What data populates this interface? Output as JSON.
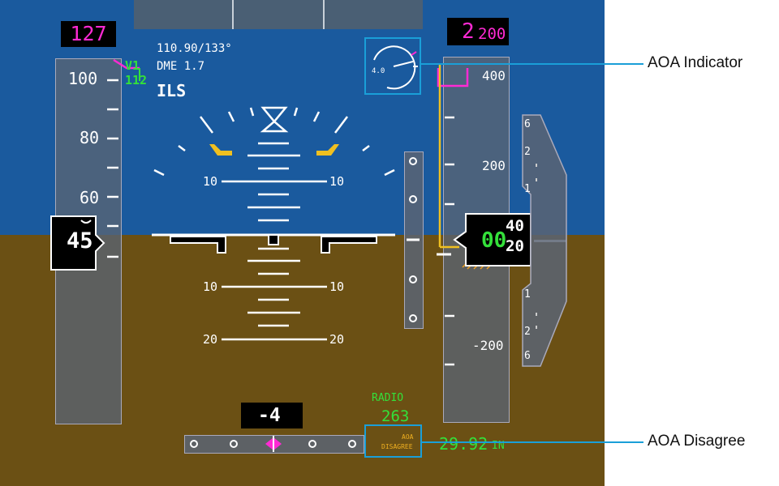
{
  "speed": {
    "selected": "127",
    "current": "45",
    "v1_label": "V1",
    "v1_value": "112",
    "ticks": [
      "100",
      "80",
      "60"
    ]
  },
  "nav": {
    "freq": "110.90/133°",
    "dme": "DME 1.7",
    "mode": "ILS"
  },
  "altitude": {
    "selected_big": "2",
    "selected_small": "200",
    "current_green": "00",
    "roll_top": "40",
    "roll_bottom": "20",
    "ticks": [
      "400",
      "200",
      "-200"
    ]
  },
  "vsi": {
    "ticks_upper": [
      "6",
      "2",
      "1"
    ],
    "ticks_lower": [
      "1",
      "2",
      "6"
    ]
  },
  "pitch": {
    "labels_up": [
      "10",
      "10"
    ],
    "labels_down": [
      "10",
      "10",
      "20",
      "20"
    ]
  },
  "aoa_gauge": {
    "value": "4.0"
  },
  "heading": {
    "value": "-4"
  },
  "radio": {
    "label": "RADIO",
    "value": "263"
  },
  "aoa_disagree": {
    "line1": "AOA",
    "line2": "DISAGREE"
  },
  "baro": {
    "value": "29.92",
    "unit": "IN"
  },
  "callouts": {
    "aoa_indicator": "AOA Indicator",
    "aoa_disagree": "AOA Disagree"
  },
  "colors": {
    "sky": "#1a5a9e",
    "ground": "#6b5014",
    "magenta": "#ff2ad4",
    "green": "#34e03a",
    "amber": "#f0b020",
    "callout_blue": "#1a9fd8"
  }
}
